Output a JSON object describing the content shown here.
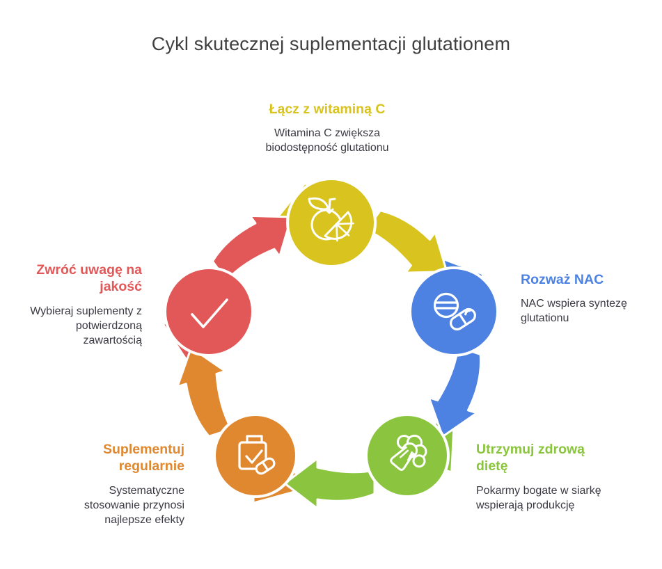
{
  "title": "Cykl skutecznej suplementacji glutationem",
  "diagram": {
    "type": "cycle",
    "direction": "clockwise",
    "step_count": 5
  },
  "steps": [
    {
      "id": "vitamin-c",
      "heading": "Łącz z witaminą C",
      "description": "Witamina C zwiększa\nbiodostępność glutationu",
      "color": "#d9c41f",
      "icon": "orange-fruit-icon"
    },
    {
      "id": "nac",
      "heading": "Rozważ NAC",
      "description": "NAC wspiera syntezę\nglutationu",
      "color": "#4d82e2",
      "icon": "pills-icon"
    },
    {
      "id": "healthy-diet",
      "heading": "Utrzymuj zdrową\ndietę",
      "description": "Pokarmy bogate w siarkę\nwspierają produkcję",
      "color": "#8bc53f",
      "icon": "broccoli-icon"
    },
    {
      "id": "regular-supplementation",
      "heading": "Suplementuj\nregularnie",
      "description": "Systematyczne\nstosowanie przynosi\nnajlepsze efekty",
      "color": "#e0882f",
      "icon": "supplement-schedule-icon"
    },
    {
      "id": "quality",
      "heading": "Zwróć uwagę na\njakość",
      "description": "Wybieraj suplementy z\npotwierdzoną zawartością",
      "color": "#e25757",
      "icon": "checkmark-icon"
    }
  ]
}
